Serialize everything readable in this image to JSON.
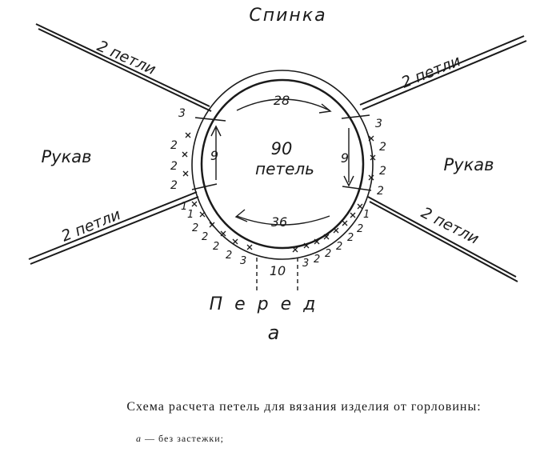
{
  "diagram": {
    "back_label": "Спинка",
    "front_label": "П е р е д",
    "sleeve_left_label": "Рукав",
    "sleeve_right_label": "Рукав",
    "raglan_labels": [
      "2 петли",
      "2 петли",
      "2 петли",
      "2 петли"
    ],
    "center_number": "90",
    "center_word": "петель",
    "back_count": "28",
    "front_count": "36",
    "left_sleeve_count": "9",
    "right_sleeve_count": "9",
    "front_center_count": "10",
    "variant_letter": "а",
    "left_upper_marks": [
      "3",
      "2",
      "2",
      "2"
    ],
    "right_upper_marks": [
      "3",
      "2",
      "2",
      "2"
    ],
    "left_lower_marks": [
      "1",
      "1",
      "2",
      "2",
      "2",
      "2",
      "3"
    ],
    "right_lower_marks": [
      "1",
      "2",
      "2",
      "2",
      "2",
      "2",
      "3"
    ]
  },
  "caption": {
    "title": "Схема расчета петель для вязания изделия от горловины:",
    "item_letter": "а",
    "item_text": " — без застежки;"
  }
}
